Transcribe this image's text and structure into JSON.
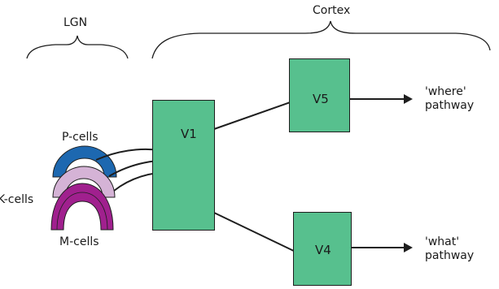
{
  "regions": {
    "lgn": "LGN",
    "cortex": "Cortex"
  },
  "cells": {
    "p": "P-cells",
    "k": "K-cells",
    "m": "M-cells"
  },
  "areas": {
    "v1": "V1",
    "v5": "V5",
    "v4": "V4"
  },
  "pathways": {
    "where_line1": "'where'",
    "where_line2": "pathway",
    "what_line1": "'what'",
    "what_line2": "pathway"
  },
  "colors": {
    "box_fill": "#57c08e",
    "p_cells": "#1d68b0",
    "k_cells": "#d5b3d6",
    "m_cells": "#a0208e",
    "stroke": "#1e1e1e"
  }
}
